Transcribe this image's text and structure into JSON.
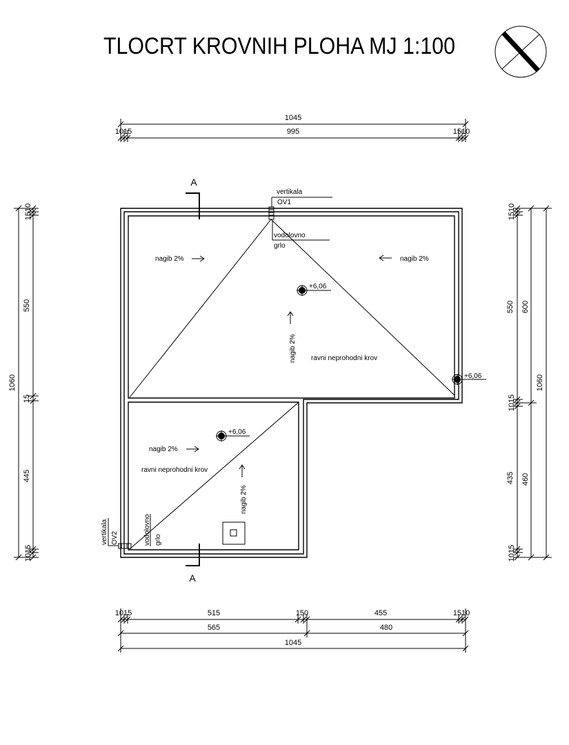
{
  "title": "TLOCRT KROVNIH PLOHA MJ 1:100",
  "icons": {
    "north": "north-arrow-icon",
    "drain": "roof-drain-icon",
    "level": "level-marker-icon",
    "hatch": "roof-hatch-icon"
  },
  "dims": {
    "top_total": "1045",
    "top_left": "1015",
    "top_mid": "995",
    "top_right": "1510",
    "bottom_a_left": "1015",
    "bottom_a_mid1": "515",
    "bottom_a_mid2": "150",
    "bottom_a_mid3": "455",
    "bottom_a_right": "1510",
    "bottom_b1": "565",
    "bottom_b2": "480",
    "bottom_total": "1045",
    "left_top": "1510",
    "left_550": "550",
    "left_15": "15",
    "left_445": "445",
    "left_bottom": "1015",
    "left_total": "1060",
    "right_top": "1510",
    "right_550": "550",
    "right_1015a": "1015",
    "right_435": "435",
    "right_1015b": "1015",
    "right_600": "600",
    "right_460": "460",
    "right_total": "1060"
  },
  "labels": {
    "section_top": "A",
    "section_bottom": "A",
    "vert1": "vertikala",
    "ov1": "OV1",
    "drain1a": "vodolovno",
    "drain1b": "grlo",
    "vert2": "vertikala",
    "ov2": "OV2",
    "drain2a": "vodolovno",
    "drain2b": "grlo",
    "slope_ul": "nagib 2%",
    "slope_ur": "nagib 2%",
    "slope_mid": "nagib 2%",
    "slope_ll": "nagib 2%",
    "slope_lm": "nagib 2%",
    "level1": "+6,06",
    "level2": "+6,06",
    "level3": "+6,06",
    "roof_upper": "ravni neprohodni krov",
    "roof_lower": "ravni neprohodni krov"
  }
}
